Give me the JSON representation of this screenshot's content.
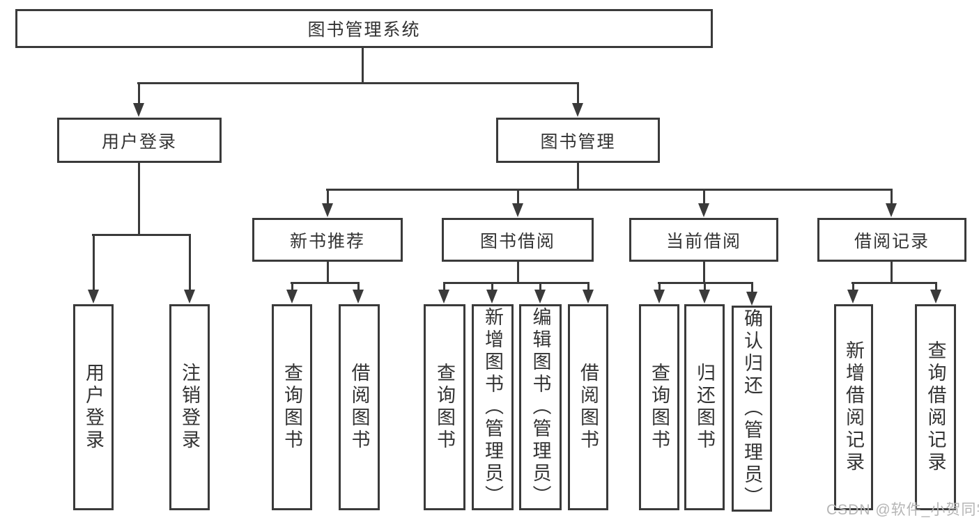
{
  "title": "图书管理系统",
  "nodes": {
    "user_login": "用户登录",
    "book_management": "图书管理",
    "new_book_recommend": "新书推荐",
    "book_borrowing": "图书借阅",
    "current_borrowing": "当前借阅",
    "borrowing_records": "借阅记录"
  },
  "leaves": {
    "user_login": [
      "用户登录",
      "注销登录"
    ],
    "new_book_recommend": [
      "查询图书",
      "借阅图书"
    ],
    "book_borrowing": [
      "查询图书",
      "新增图书（管理员）",
      "编辑图书（管理员）",
      "借阅图书"
    ],
    "current_borrowing": [
      "查询图书",
      "归还图书",
      "确认归还（管理员）"
    ],
    "borrowing_records": [
      "新增借阅记录",
      "查询借阅记录"
    ]
  },
  "watermark": "CSDN @软件_小贺同学",
  "colors": {
    "line": "#3a3a3a",
    "text": "#333333",
    "watermark": "#b5b5b5",
    "background": "#ffffff"
  }
}
